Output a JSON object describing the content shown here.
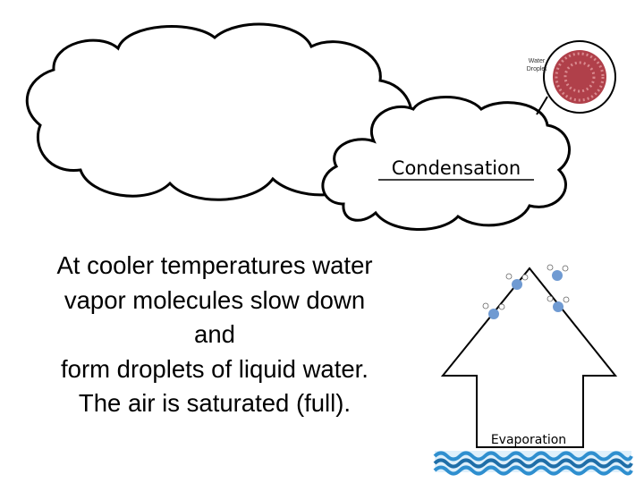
{
  "cloud_diagram": {
    "droplet_label_line1": "Water",
    "droplet_label_line2": "Droplet",
    "condensation_label": "Condensation"
  },
  "body_text": {
    "lines": [
      "At cooler temperatures water",
      "vapor molecules slow down",
      "and",
      "form droplets of liquid water.",
      "The air is saturated (full)."
    ]
  },
  "evaporation_diagram": {
    "label": "Evaporation"
  },
  "colors": {
    "outline": "#000000",
    "droplet": "#b0404a",
    "molecule": "#6f9ad2",
    "water": "#2f8fcf",
    "water_dark": "#1f6ea8"
  }
}
